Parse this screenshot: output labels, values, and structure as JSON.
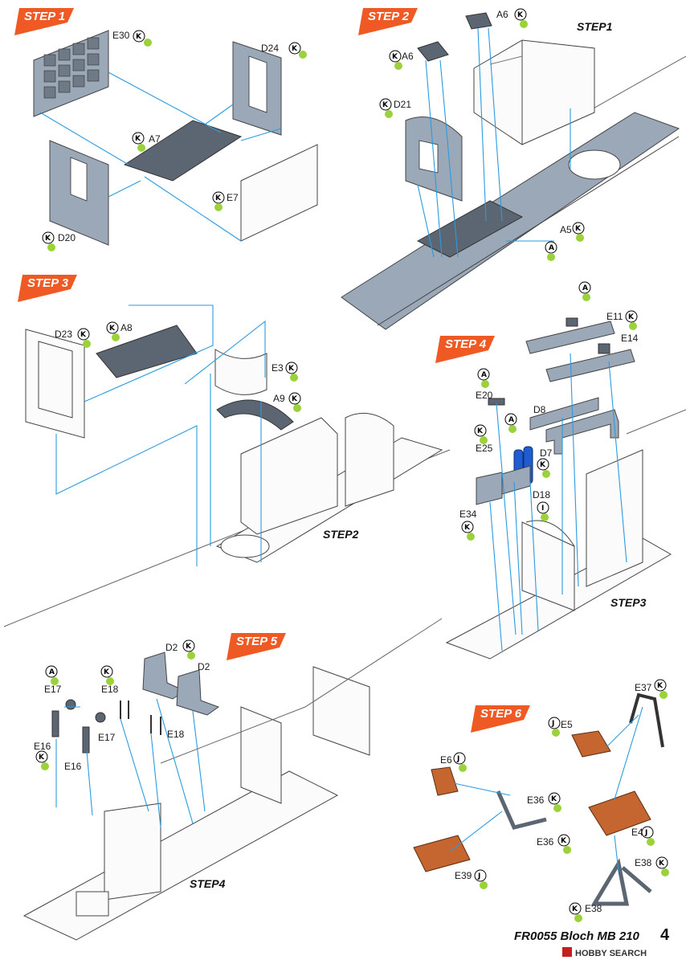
{
  "colors": {
    "banner": "#ef5a24",
    "arrow": "#2a9be0",
    "part_gray": "#9aa8b8",
    "part_dark": "#5c6672",
    "seat_brown": "#c5652f",
    "bottle_blue": "#1f5bd1",
    "paint_drop": "#9bd13a"
  },
  "steps": {
    "s1": "STEP 1",
    "s2": "STEP 2",
    "s3": "STEP 3",
    "s4": "STEP 4",
    "s5": "STEP 5",
    "s6": "STEP 6"
  },
  "refs": {
    "step1": "STEP1",
    "step2": "STEP2",
    "step3": "STEP3",
    "step4": "STEP4"
  },
  "labels": {
    "E30": "E30",
    "D24": "D24",
    "A7": "A7",
    "E7": "E7",
    "D20": "D20",
    "A6a": "A6",
    "A6b": "A6",
    "D21": "D21",
    "A5": "A5",
    "D23": "D23",
    "A8": "A8",
    "E3": "E3",
    "A9": "A9",
    "E11": "E11",
    "E14": "E14",
    "E20": "E20",
    "D8": "D8",
    "E25": "E25",
    "D7": "D7",
    "D18": "D18",
    "E34": "E34",
    "D2a": "D2",
    "D2b": "D2",
    "E17a": "E17",
    "E18a": "E18",
    "E17b": "E17",
    "E18b": "E18",
    "E16a": "E16",
    "E16b": "E16",
    "E37": "E37",
    "E5": "E5",
    "E6": "E6",
    "E36a": "E36",
    "E36b": "E36",
    "E4": "E4",
    "E39": "E39",
    "E38a": "E38",
    "E38b": "E38"
  },
  "paint_codes": {
    "K": "K",
    "A": "A",
    "J": "J",
    "I": "I"
  },
  "footer": {
    "product": "FR0055 Bloch MB 210",
    "page": "4",
    "watermark": "HOBBY SEARCH"
  }
}
